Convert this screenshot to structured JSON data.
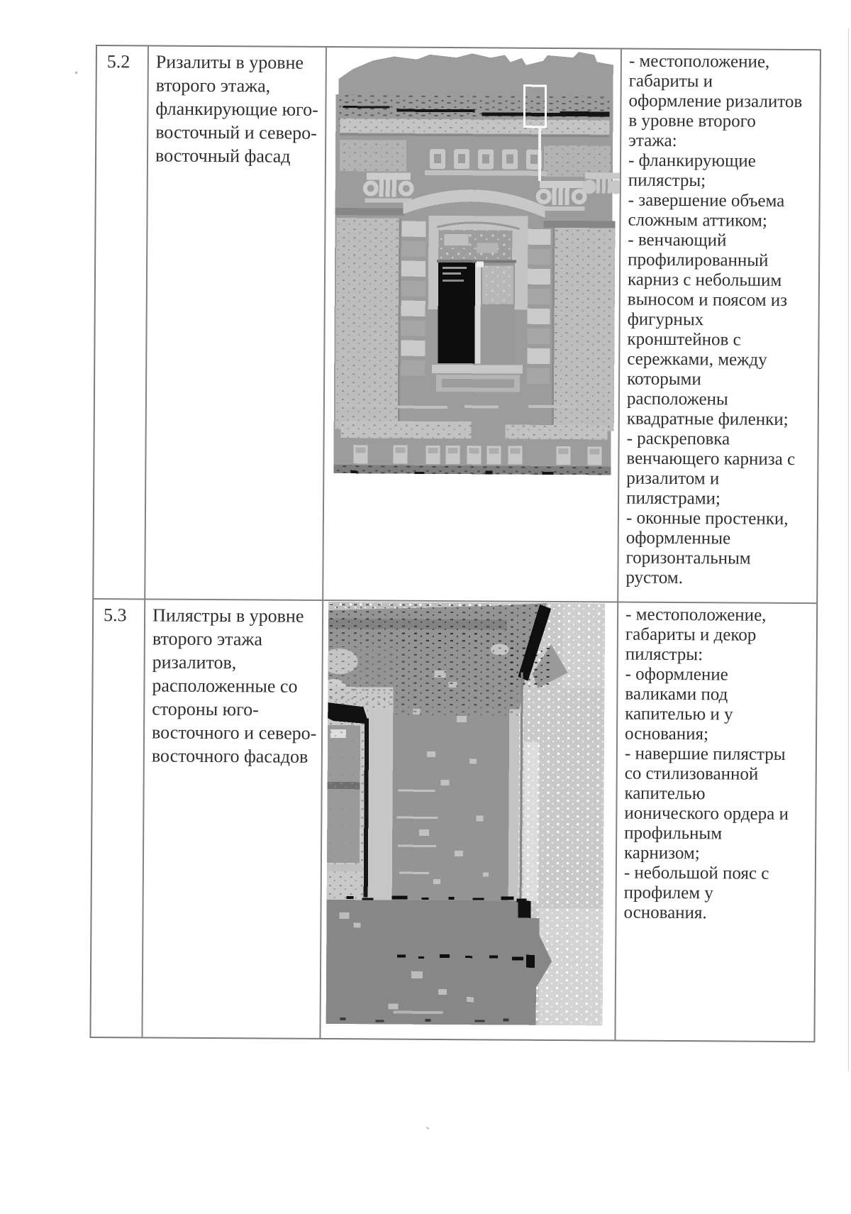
{
  "table": {
    "rows": [
      {
        "number": "5.2",
        "subject": "Ризалиты в уровне второго этажа, фланкирующие юго-восточный и северо-восточный фасад",
        "features": [
          "- местоположение, габариты и оформление ризалитов в уровне второго этажа:",
          "- фланкирующие пилястры;",
          "- завершение объема сложным аттиком;",
          "- венчающий профилированный карниз с небольшим выносом и поясом из фигурных кронштейнов с сережками, между которыми расположены квадратные филенки;",
          "- раскреповка венчающего карниза с ризалитом и пилястрами;",
          "- оконные простенки, оформленные горизонтальным рустом."
        ]
      },
      {
        "number": "5.3",
        "subject": "Пилястры в уровне второго этажа ризалитов, расположенные со стороны юго-восточного и северо-восточного фасадов",
        "features": [
          "- местоположение, габариты и декор пилястры:",
          "- оформление валиками под капителью и у основания;",
          "- навершие пилястры со стилизованной капителью ионического ордера и профильным карнизом;",
          "- небольшой пояс с профилем у основания."
        ]
      }
    ]
  },
  "photos": {
    "row_5_2": "черно-белое фото: ризалит второго этажа с окном, пилястрами и аттиком",
    "row_5_3": "черно-белое фото: угловая пилястра второго этажа с окном"
  },
  "colors": {
    "table_border": "#7b7b7b",
    "text": "#2f2f2f",
    "photo_gray": "#9c9c9c",
    "photo_light": "#c6c6c6",
    "photo_sky": "#c9c9c9",
    "photo_black": "#141414"
  }
}
